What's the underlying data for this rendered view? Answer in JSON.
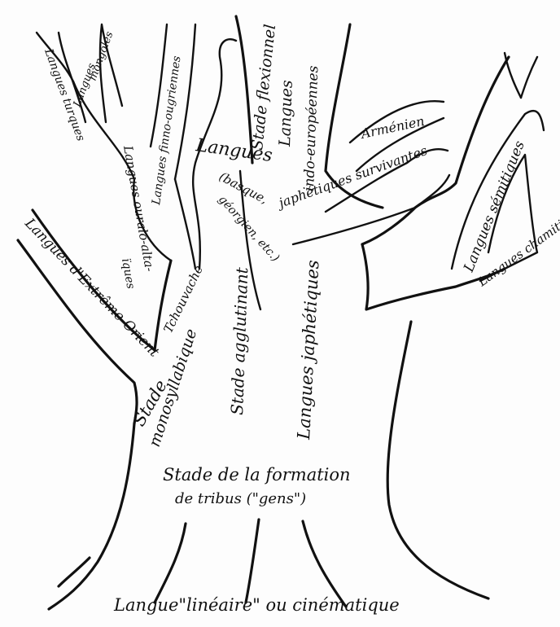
{
  "diagram": {
    "root": "Langue\"linéaire\" ou cinématique",
    "trunk_stage_line1": "Stade de la formation",
    "trunk_stage_line2": "de tribus (\"gens\")",
    "stage_monosyllabic_1": "Stade",
    "stage_monosyllabic_2": "monosyllabique",
    "stage_agglutinant": "Stade agglutinant",
    "japhetic_trunk": "Langues japhétiques",
    "stage_flexional": "Stade flexionnel",
    "indo_european_1": "Langues",
    "indo_european_2": "indo-européennes",
    "armenian": "Arménien",
    "japhetic_survivors_1": "Langues",
    "japhetic_survivors_2": "japhétiques survivantes",
    "basque_1": "(basque,",
    "basque_2": "géorgien, etc.)",
    "semitic": "Langues sémitiques",
    "hamitic": "Langues chamitiques",
    "far_east": "Langues d'Extrême-Orient",
    "chuvash": "Tchouvache",
    "ural_altaic_1": "Langues ouralo-alta-",
    "ural_altaic_2": "ïques",
    "finno_ugric": "Langues finno-ougriennes",
    "turkic": "Langues turques",
    "mongol_1": "Langues",
    "mongol_2": "mongoles"
  }
}
